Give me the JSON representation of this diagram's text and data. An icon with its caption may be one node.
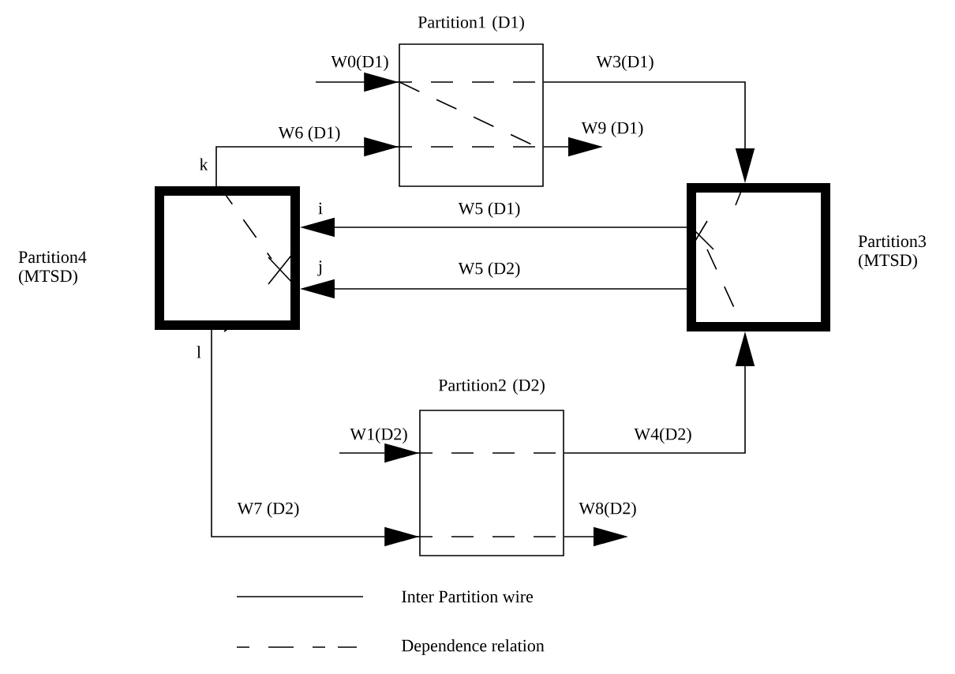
{
  "diagram": {
    "nodes": [
      {
        "text": [
          "Partition1 (D1)"
        ]
      },
      {
        "text": [
          "Partition2 (D2)"
        ]
      },
      {
        "text": [
          "Partition3 (MTSD)"
        ]
      },
      {
        "text": [
          "Partition4 (MTSD)"
        ]
      }
    ],
    "edges": [
      {
        "from": null,
        "to": 0,
        "arrow": "to",
        "label": "W0(D1)"
      },
      {
        "from": 3,
        "to": 0,
        "arrow": "to",
        "label": "W6 (D1)"
      },
      {
        "from": 0,
        "to": 2,
        "arrow": "to",
        "label": "W3(D1)"
      },
      {
        "from": 0,
        "to": null,
        "arrow": "to",
        "label": "W9 (D1)"
      },
      {
        "from": 2,
        "to": 3,
        "arrow": "to",
        "label": "W5 (D1)"
      },
      {
        "from": 2,
        "to": 3,
        "arrow": "to",
        "label": "W5 (D2)"
      },
      {
        "from": null,
        "to": 1,
        "arrow": "to",
        "label": "W1(D2)"
      },
      {
        "from": 3,
        "to": 1,
        "arrow": "to",
        "label": "W7 (D2)"
      },
      {
        "from": 1,
        "to": 2,
        "arrow": "to",
        "label": "W4(D2)"
      },
      {
        "from": 1,
        "to": null,
        "arrow": "to",
        "label": "W8(D2)"
      }
    ],
    "labels": [
      "k",
      "i",
      "j",
      "l"
    ],
    "legend": [
      {
        "text": "Inter Partition wire"
      },
      {
        "text": "Dependence relation"
      }
    ]
  }
}
